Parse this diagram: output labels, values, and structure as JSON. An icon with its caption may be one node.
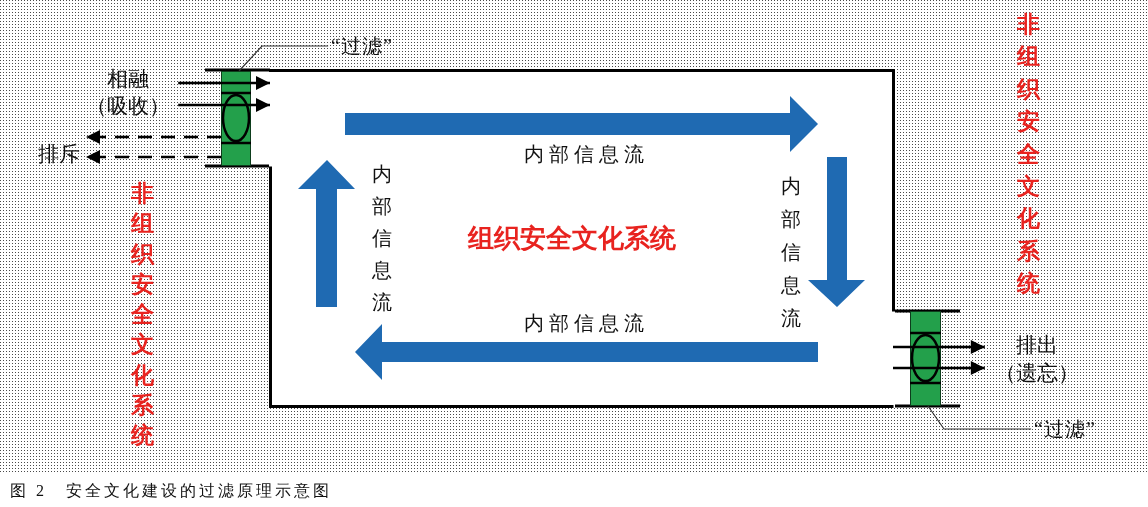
{
  "diagram": {
    "caption": "图 2　安全文化建设的过滤原理示意图",
    "nodes": [
      {
        "text": [
          "“过滤”"
        ]
      },
      {
        "text": [
          "相融（吸收）"
        ]
      },
      {
        "text": [],
        "shape": "bar"
      },
      {
        "text": [
          "排斥"
        ]
      },
      {
        "text": [
          "组织安全文化系统"
        ]
      },
      {
        "text": [],
        "shape": "bar"
      },
      {
        "text": [
          "排出（遗忘）"
        ]
      },
      {
        "text": [
          "“过滤”"
        ]
      }
    ],
    "edges": [
      {
        "from": 0,
        "to": 2,
        "arrow": "none"
      },
      {
        "from": 1,
        "to": 2,
        "arrow": "none"
      },
      {
        "from": 1,
        "to": 2,
        "arrow": "none"
      },
      {
        "from": 2,
        "to": 4,
        "arrow": "to"
      },
      {
        "from": 2,
        "to": 4,
        "arrow": "to"
      },
      {
        "from": 2,
        "to": 3,
        "arrow": "to",
        "style": "dashed"
      },
      {
        "from": 2,
        "to": 3,
        "arrow": "to",
        "style": "dashed"
      },
      {
        "from": 4,
        "to": 5,
        "arrow": "none"
      },
      {
        "from": 4,
        "to": 5,
        "arrow": "none"
      },
      {
        "from": 5,
        "to": 6,
        "arrow": "to"
      },
      {
        "from": 5,
        "to": 6,
        "arrow": "to"
      },
      {
        "from": 7,
        "to": 5,
        "arrow": "none"
      }
    ],
    "labels": [
      "非组织安全文化系统",
      "内部信息流",
      "内部信息流",
      "内部信息流",
      "内部信息流",
      "非组织安全文化系统"
    ]
  }
}
